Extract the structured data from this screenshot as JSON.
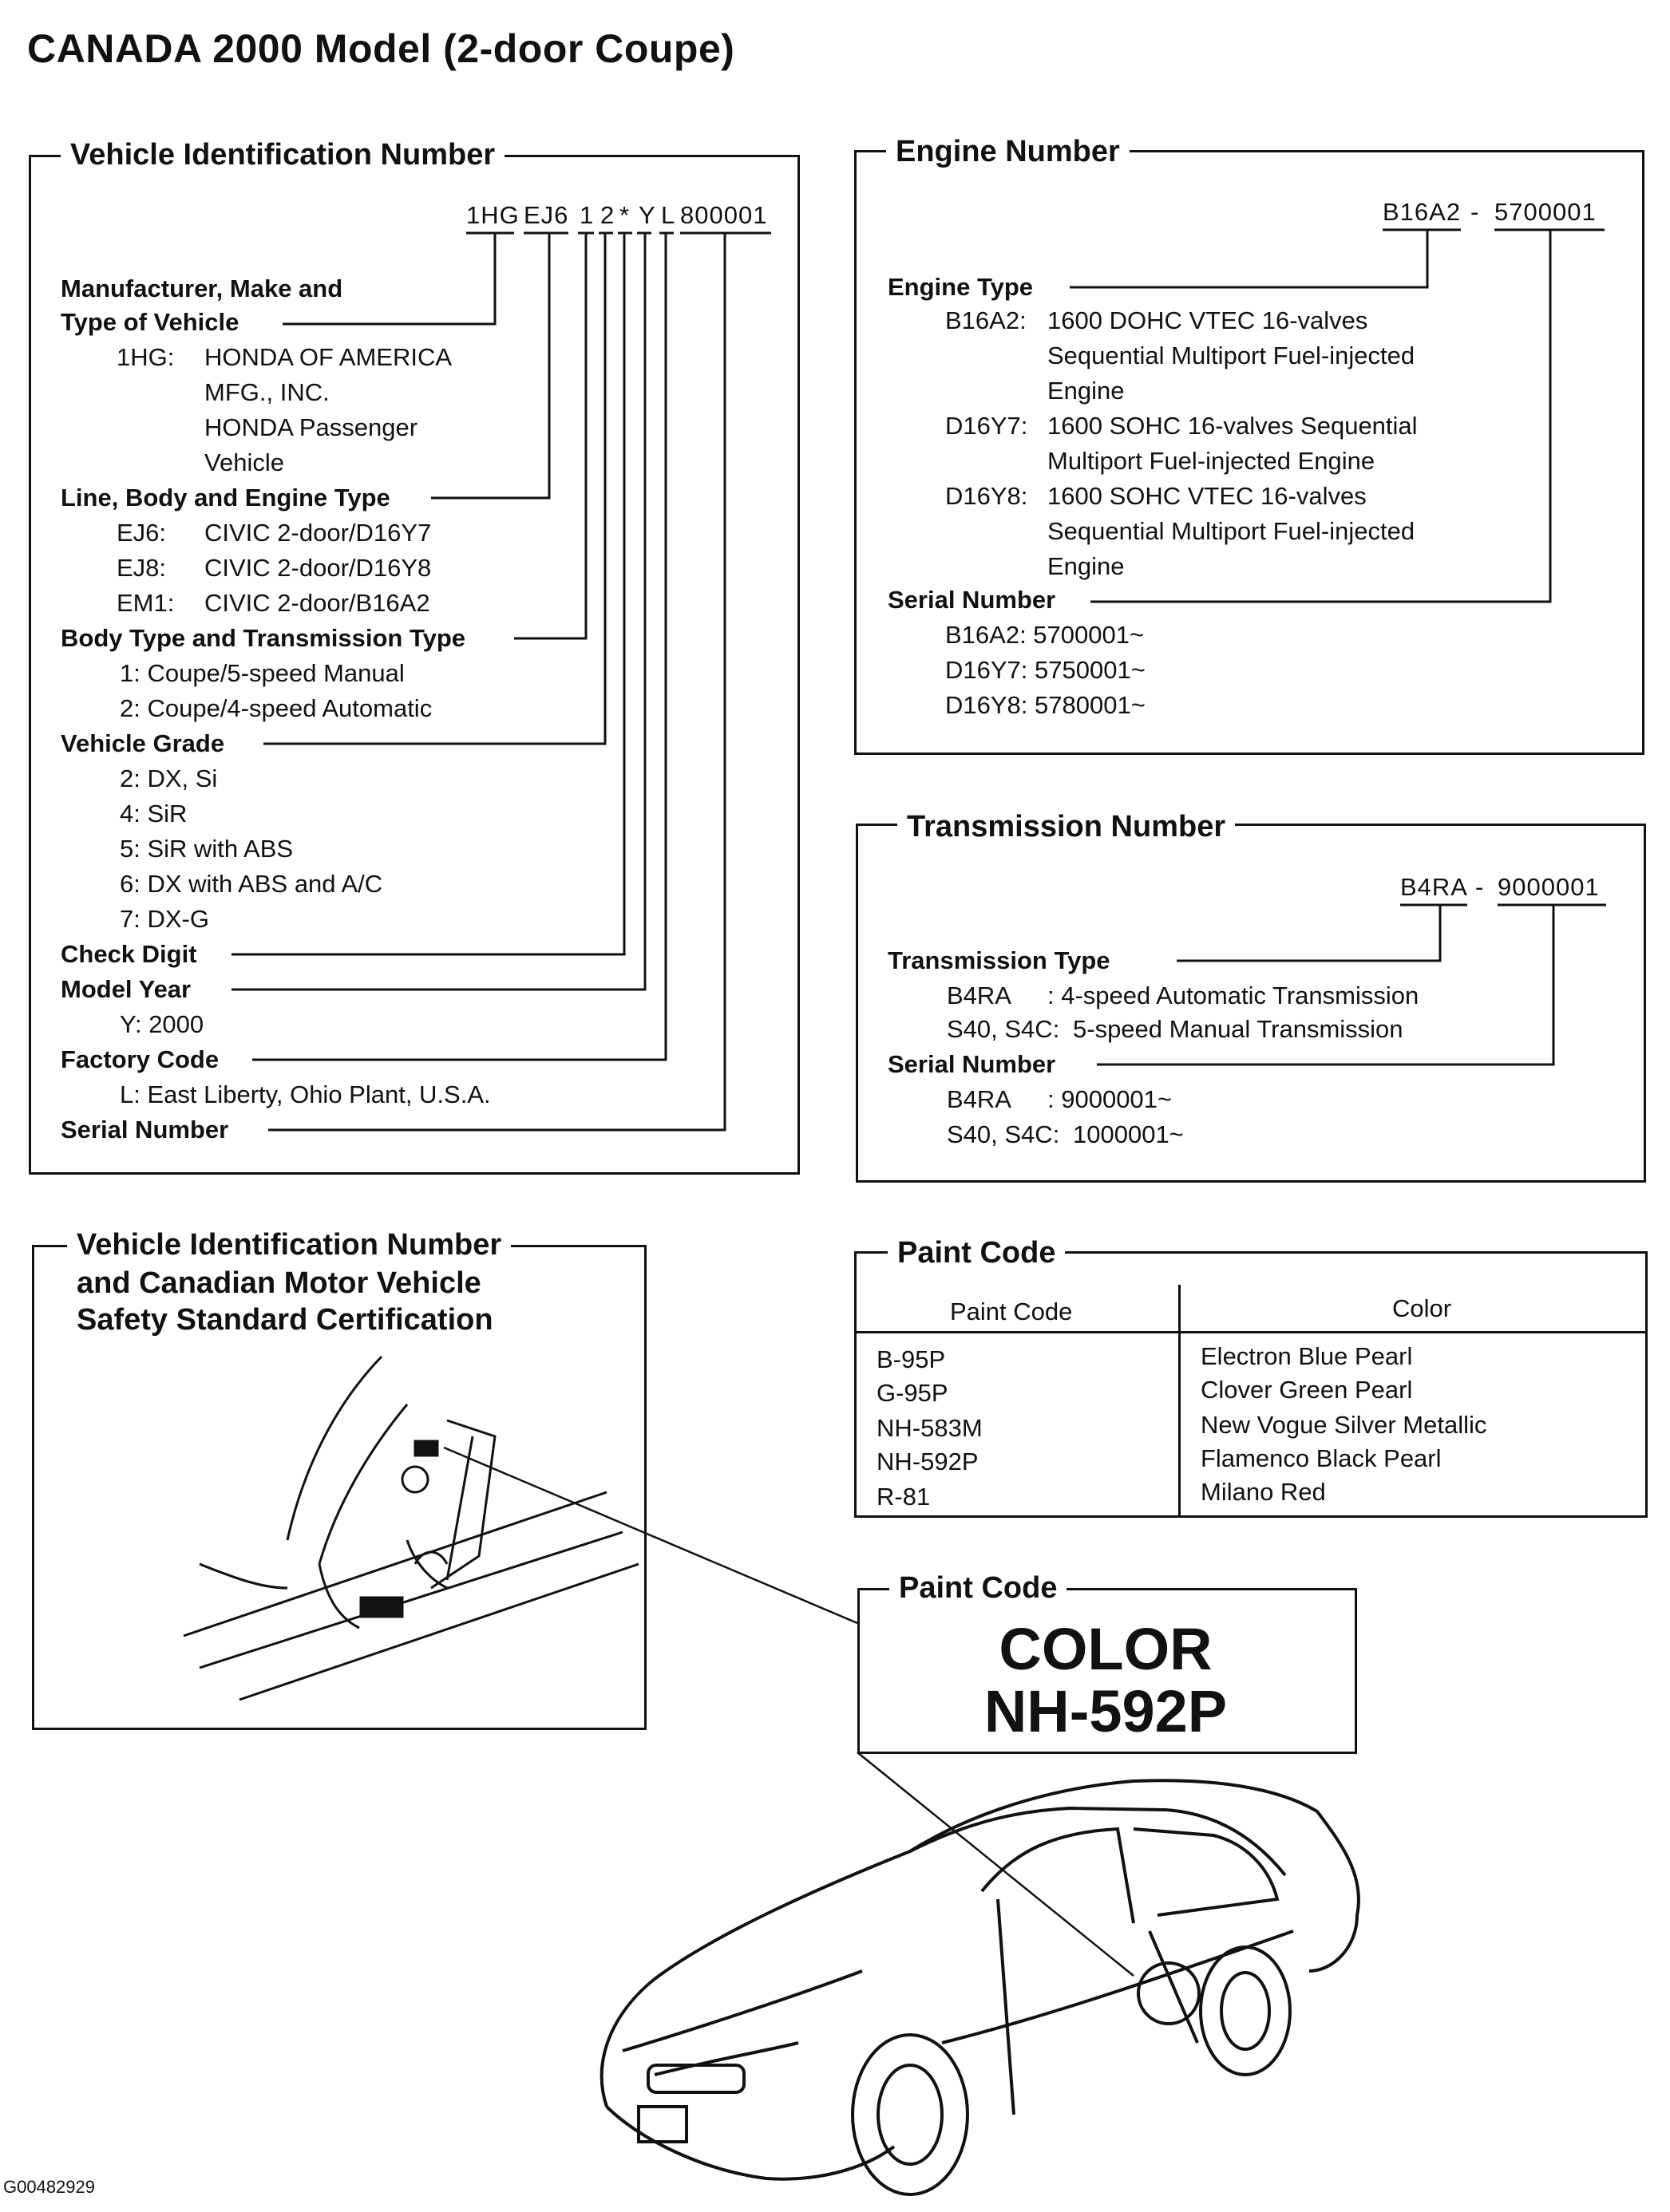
{
  "page_title": "CANADA 2000 Model (2-door Coupe)",
  "vin": {
    "heading": "Vehicle Identification Number",
    "code_parts": [
      "1HG",
      "EJ6",
      "1",
      "2",
      "*",
      "Y",
      "L",
      "800001"
    ],
    "sections": [
      {
        "label": "Manufacturer, Make and",
        "label2": "Type of Vehicle",
        "items": [
          {
            "code": "1HG:",
            "text": "HONDA OF AMERICA"
          },
          {
            "code": "",
            "text": "MFG., INC."
          },
          {
            "code": "",
            "text": "HONDA Passenger"
          },
          {
            "code": "",
            "text": "Vehicle"
          }
        ]
      },
      {
        "label": "Line, Body and Engine Type",
        "items": [
          {
            "code": "EJ6:",
            "text": "CIVIC 2-door/D16Y7"
          },
          {
            "code": "EJ8:",
            "text": "CIVIC 2-door/D16Y8"
          },
          {
            "code": "EM1:",
            "text": "CIVIC 2-door/B16A2"
          }
        ]
      },
      {
        "label": "Body Type and Transmission Type",
        "items": [
          {
            "code": "",
            "text": "1: Coupe/5-speed Manual"
          },
          {
            "code": "",
            "text": "2: Coupe/4-speed Automatic"
          }
        ]
      },
      {
        "label": "Vehicle Grade",
        "items": [
          {
            "code": "",
            "text": "2: DX, Si"
          },
          {
            "code": "",
            "text": "4: SiR"
          },
          {
            "code": "",
            "text": "5: SiR with ABS"
          },
          {
            "code": "",
            "text": "6: DX with ABS and A/C"
          },
          {
            "code": "",
            "text": "7: DX-G"
          }
        ]
      },
      {
        "label": "Check Digit",
        "items": []
      },
      {
        "label": "Model Year",
        "items": [
          {
            "code": "",
            "text": "Y: 2000"
          }
        ]
      },
      {
        "label": "Factory Code",
        "items": [
          {
            "code": "",
            "text": "L: East Liberty, Ohio Plant, U.S.A."
          }
        ]
      },
      {
        "label": "Serial Number",
        "items": []
      }
    ]
  },
  "engine": {
    "heading": "Engine Number",
    "code_parts": [
      "B16A2",
      "-",
      "5700001"
    ],
    "type_label": "Engine Type",
    "types": [
      {
        "code": "B16A2:",
        "lines": [
          "1600 DOHC VTEC 16-valves",
          "Sequential Multiport Fuel-injected",
          "Engine"
        ]
      },
      {
        "code": "D16Y7:",
        "lines": [
          "1600 SOHC 16-valves Sequential",
          "Multiport Fuel-injected Engine"
        ]
      },
      {
        "code": "D16Y8:",
        "lines": [
          "1600 SOHC VTEC 16-valves",
          "Sequential Multiport Fuel-injected",
          "Engine"
        ]
      }
    ],
    "serial_label": "Serial Number",
    "serials": [
      "B16A2: 5700001~",
      "D16Y7: 5750001~",
      "D16Y8: 5780001~"
    ]
  },
  "transmission": {
    "heading": "Transmission Number",
    "code_parts": [
      "B4RA",
      "-",
      "9000001"
    ],
    "type_label": "Transmission Type",
    "types": [
      {
        "code": "B4RA",
        "text": ": 4-speed Automatic Transmission"
      },
      {
        "code": "S40, S4C:",
        "text": "5-speed Manual Transmission"
      }
    ],
    "serial_label": "Serial Number",
    "serials": [
      {
        "code": "B4RA",
        "text": ": 9000001~"
      },
      {
        "code": "S40, S4C:",
        "text": "1000001~"
      }
    ]
  },
  "paint_table": {
    "heading": "Paint Code",
    "columns": [
      "Paint Code",
      "Color"
    ],
    "rows": [
      [
        "B-95P",
        "Electron Blue Pearl"
      ],
      [
        "G-95P",
        "Clover Green Pearl"
      ],
      [
        "NH-583M",
        "New Vogue Silver Metallic"
      ],
      [
        "NH-592P",
        "Flamenco Black Pearl"
      ],
      [
        "R-81",
        "Milano Red"
      ]
    ]
  },
  "certification": {
    "heading_lines": [
      "Vehicle Identification Number",
      "and Canadian Motor Vehicle",
      "Safety Standard Certification"
    ]
  },
  "paint_label": {
    "heading": "Paint Code",
    "line1": "COLOR",
    "line2": "NH-592P"
  },
  "figure_id": "G00482929"
}
